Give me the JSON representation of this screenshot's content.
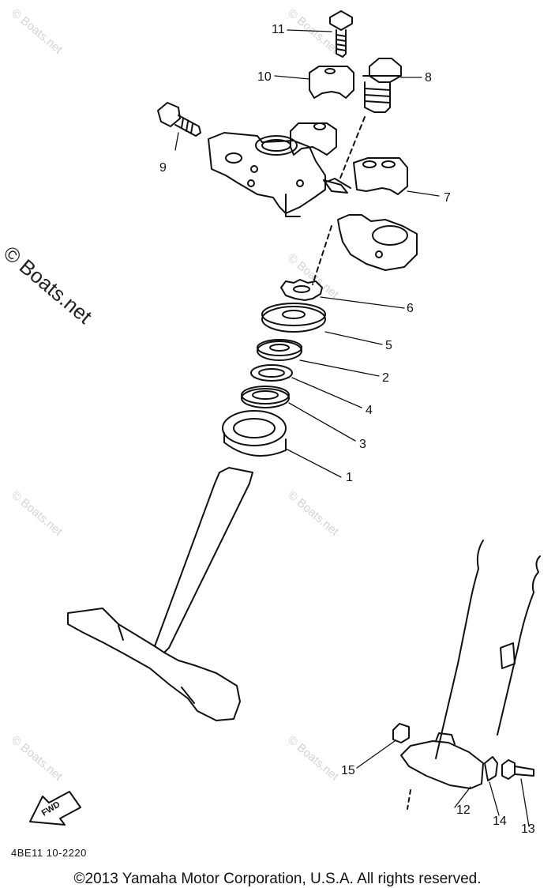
{
  "watermark_large": "© Boats.net",
  "watermark_small": "© Boats.net",
  "callouts": [
    "11",
    "10",
    "8",
    "9",
    "7",
    "6",
    "5",
    "2",
    "4",
    "3",
    "1",
    "15",
    "12",
    "14",
    "13"
  ],
  "direction_arrow": "FWD",
  "diagram_code": "4BE11 10-2220",
  "copyright": "©2013 Yamaha Motor Corporation, U.S.A. All rights reserved."
}
